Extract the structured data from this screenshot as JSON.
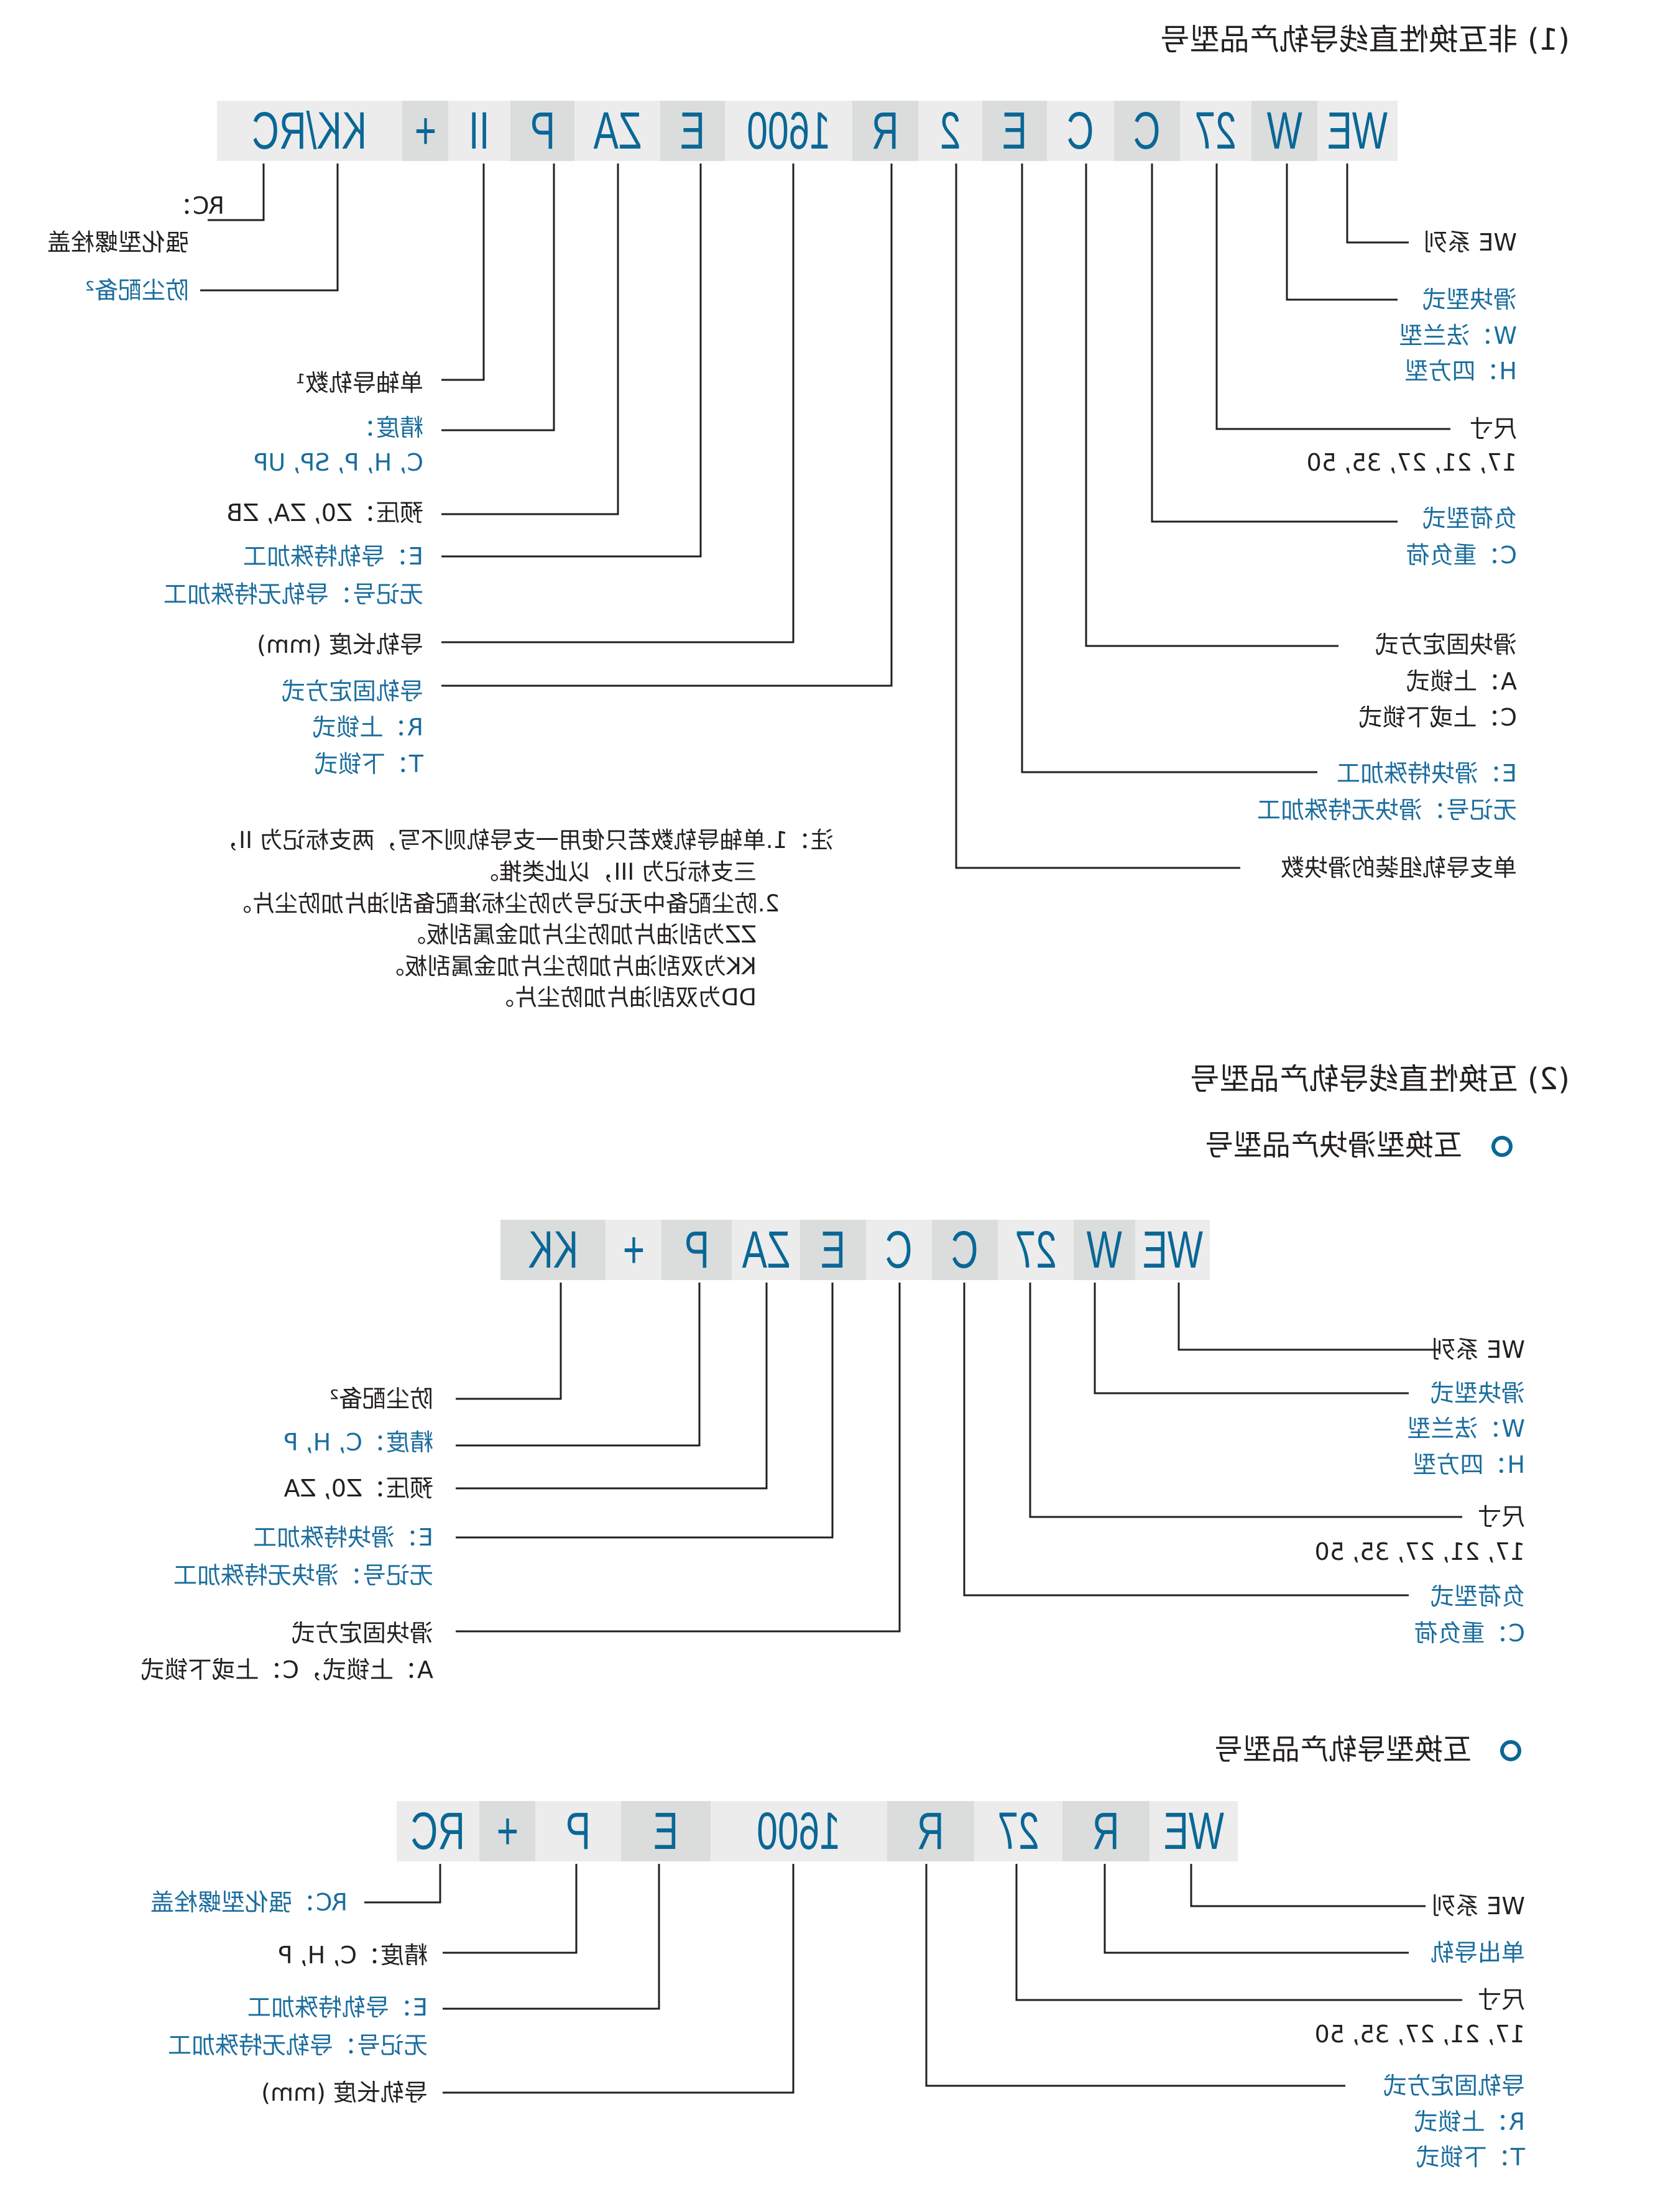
{
  "section1": {
    "title": "(1) 非互换性直线导轨产品型号",
    "code": [
      "WE",
      "W",
      "27",
      "C",
      "C",
      "E",
      "2",
      "R",
      "1600",
      "E",
      "ZA",
      "P",
      "II",
      "+",
      "KK/RC"
    ],
    "labels": [
      {
        "text": "WE 系列",
        "tone": "black"
      },
      {
        "text": "滑块型式",
        "tone": "blue"
      },
      {
        "text": "W：法兰型",
        "tone": "blue"
      },
      {
        "text": "H：四方型",
        "tone": "blue"
      },
      {
        "text": "尺寸",
        "tone": "black"
      },
      {
        "text": "17, 21, 27, 35, 50",
        "tone": "black"
      },
      {
        "text": "负荷型式",
        "tone": "blue"
      },
      {
        "text": "C：重负荷",
        "tone": "blue"
      },
      {
        "text": "滑块固定方式",
        "tone": "black"
      },
      {
        "text": "A：上锁式",
        "tone": "black"
      },
      {
        "text": "C：上或下锁式",
        "tone": "black"
      },
      {
        "text": "E：滑块特殊加工",
        "tone": "blue"
      },
      {
        "text": "无记号：滑块无特殊加工",
        "tone": "blue"
      },
      {
        "text": "单支导轨组装的滑块数",
        "tone": "black"
      },
      {
        "text": "单轴导轨数¹",
        "tone": "black"
      },
      {
        "text": "精度：",
        "tone": "blue"
      },
      {
        "text": "C, H, P, SP, UP",
        "tone": "blue"
      },
      {
        "text": "预压：Z0, ZA, ZB",
        "tone": "black"
      },
      {
        "text": "E：导轨特殊加工",
        "tone": "blue"
      },
      {
        "text": "无记号：导轨无特殊加工",
        "tone": "blue"
      },
      {
        "text": "导轨长度 (mm)",
        "tone": "black"
      },
      {
        "text": "导轨固定方式",
        "tone": "blue"
      },
      {
        "text": "R：上锁式",
        "tone": "blue"
      },
      {
        "text": "T：下锁式",
        "tone": "blue"
      },
      {
        "text": "RC：",
        "tone": "black"
      },
      {
        "text": "强化型螺栓盖",
        "tone": "black"
      },
      {
        "text": "防尘配备²",
        "tone": "blue"
      }
    ],
    "notes": [
      "注：1.单轴导轨数若只使用一支导轨则不写，两支标记为 II，",
      "三支标记为 III，以此类推。",
      "2.防尘配备中无记号为防尘标准配备刮油片加防尘片。",
      "ZZ为刮油片加防尘片加金属刮板。",
      "KK为双刮油片加防尘片加金属刮板。",
      "DD为双刮油片加防尘片。"
    ]
  },
  "section2": {
    "title": "(2) 互换性直线导轨产品型号",
    "subtitle": "互换型滑块产品型号",
    "code": [
      "WE",
      "W",
      "27",
      "C",
      "C",
      "E",
      "ZA",
      "P",
      "+",
      "KK"
    ],
    "labels": [
      {
        "text": "WE 系列",
        "tone": "black"
      },
      {
        "text": "滑块型式",
        "tone": "blue"
      },
      {
        "text": "W：法兰型",
        "tone": "blue"
      },
      {
        "text": "H：四方型",
        "tone": "blue"
      },
      {
        "text": "尺寸",
        "tone": "black"
      },
      {
        "text": "17, 21, 27, 35, 50",
        "tone": "black"
      },
      {
        "text": "负荷型式",
        "tone": "blue"
      },
      {
        "text": "C：重负荷",
        "tone": "blue"
      },
      {
        "text": "防尘配备²",
        "tone": "black"
      },
      {
        "text": "精度：C, H, P",
        "tone": "blue"
      },
      {
        "text": "预压：Z0, ZA",
        "tone": "black"
      },
      {
        "text": "E：滑块特殊加工",
        "tone": "blue"
      },
      {
        "text": "无记号：滑块无特殊加工",
        "tone": "blue"
      },
      {
        "text": "滑块固定方式",
        "tone": "black"
      },
      {
        "text": "A：上锁式，C：上或下锁式",
        "tone": "black"
      }
    ]
  },
  "section3": {
    "subtitle": "互换型导轨产品型号",
    "code": [
      "WE",
      "R",
      "27",
      "R",
      "1600",
      "E",
      "P",
      "+",
      "RC"
    ],
    "labels": [
      {
        "text": "WE 系列",
        "tone": "black"
      },
      {
        "text": "单出导轨",
        "tone": "blue"
      },
      {
        "text": "尺寸",
        "tone": "black"
      },
      {
        "text": "17, 21, 27, 35, 50",
        "tone": "black"
      },
      {
        "text": "导轨固定方式",
        "tone": "blue"
      },
      {
        "text": "R：上锁式",
        "tone": "blue"
      },
      {
        "text": "T：下锁式",
        "tone": "blue"
      },
      {
        "text": "RC：强化型螺栓盖",
        "tone": "blue"
      },
      {
        "text": "精度：C, H, P",
        "tone": "black"
      },
      {
        "text": "E：导轨特殊加工",
        "tone": "blue"
      },
      {
        "text": "无记号：导轨无特殊加工",
        "tone": "blue"
      },
      {
        "text": "导轨长度 (mm)",
        "tone": "black"
      }
    ]
  },
  "colors": {
    "accent": "#0a6796",
    "label_blue": "#1a6d9d",
    "text": "#231f20",
    "box_light": "#ececec",
    "box_dark": "#dbdddd"
  }
}
